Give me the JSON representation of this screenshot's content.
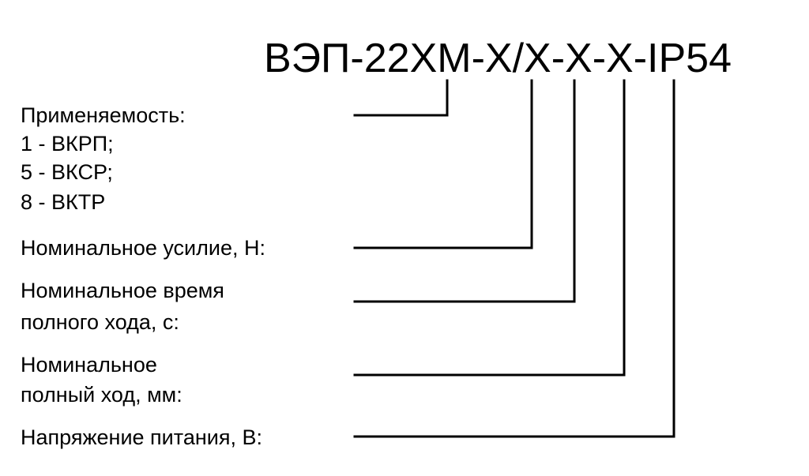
{
  "code": "ВЭП-22ХМ-Х/Х-Х-Х-IP54",
  "labels": {
    "applicability": "Применяемость:",
    "applicability_options": [
      "1 - ВКРП;",
      "5 - ВКСР;",
      "8 - ВКТР"
    ],
    "nominal_force": "Номинальное усилие, Н:",
    "nominal_time_line1": "Номинальное время",
    "nominal_time_line2": "полного хода, с:",
    "nominal_stroke_line1": "Номинальное",
    "nominal_stroke_line2": "полный ход, мм:",
    "supply_voltage": "Напряжение питания, В:"
  }
}
